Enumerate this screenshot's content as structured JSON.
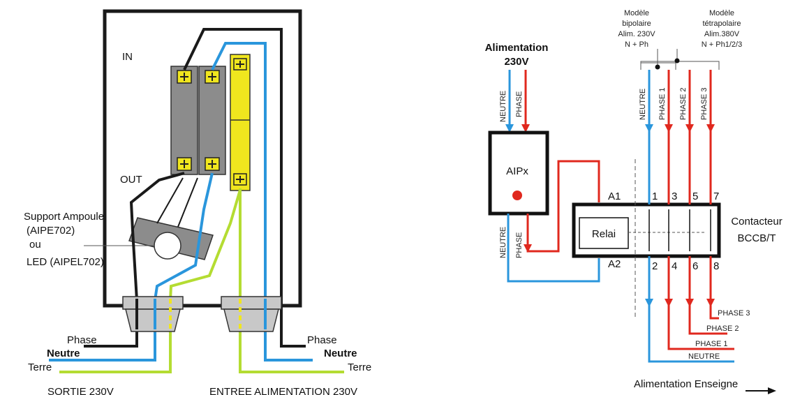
{
  "colors": {
    "black": "#1a1a1a",
    "blue": "#2a96dc",
    "red": "#e0281e",
    "green_yellow": "#b4dc32",
    "yellow": "#f0e61e",
    "grey": "#8c8c8c",
    "dark_grey": "#6e6e6e",
    "gland_grey": "#c8c8c8"
  },
  "left_diagram": {
    "label_in": "IN",
    "label_out": "OUT",
    "support_label": [
      "Support Ampoule",
      "(AIPE702)",
      "ou",
      "LED (AIPEL702)"
    ],
    "left_wires": {
      "phase": "Phase",
      "neutre": "Neutre",
      "terre": "Terre"
    },
    "right_wires": {
      "phase": "Phase",
      "neutre": "Neutre",
      "terre": "Terre"
    },
    "sortie": "SORTIE 230V",
    "entree": "ENTREE ALIMENTATION 230V"
  },
  "right_diagram": {
    "alim_title": [
      "Alimentation",
      "230V"
    ],
    "bipolaire": [
      "Modèle",
      "bipolaire",
      "Alim. 230V",
      "N + Ph"
    ],
    "tetrapolaire": [
      "Modèle",
      "tétrapolaire",
      "Alim.380V",
      "N + Ph1/2/3"
    ],
    "top_wires": [
      "NEUTRE",
      "PHASE",
      "NEUTRE",
      "PHASE 1",
      "PHASE 2",
      "PHASE 3"
    ],
    "aipx": "AIPx",
    "aipx_out": [
      "NEUTRE",
      "PHASE"
    ],
    "a1": "A1",
    "a2": "A2",
    "relai": "Relai",
    "contacteur": [
      "Contacteur",
      "BCCB/T"
    ],
    "terminals_top": [
      "1",
      "3",
      "5",
      "7"
    ],
    "terminals_bottom": [
      "2",
      "4",
      "6",
      "8"
    ],
    "outputs": [
      "PHASE 3",
      "PHASE 2",
      "PHASE 1",
      "NEUTRE"
    ],
    "bottom_label": "Alimentation Enseigne"
  }
}
